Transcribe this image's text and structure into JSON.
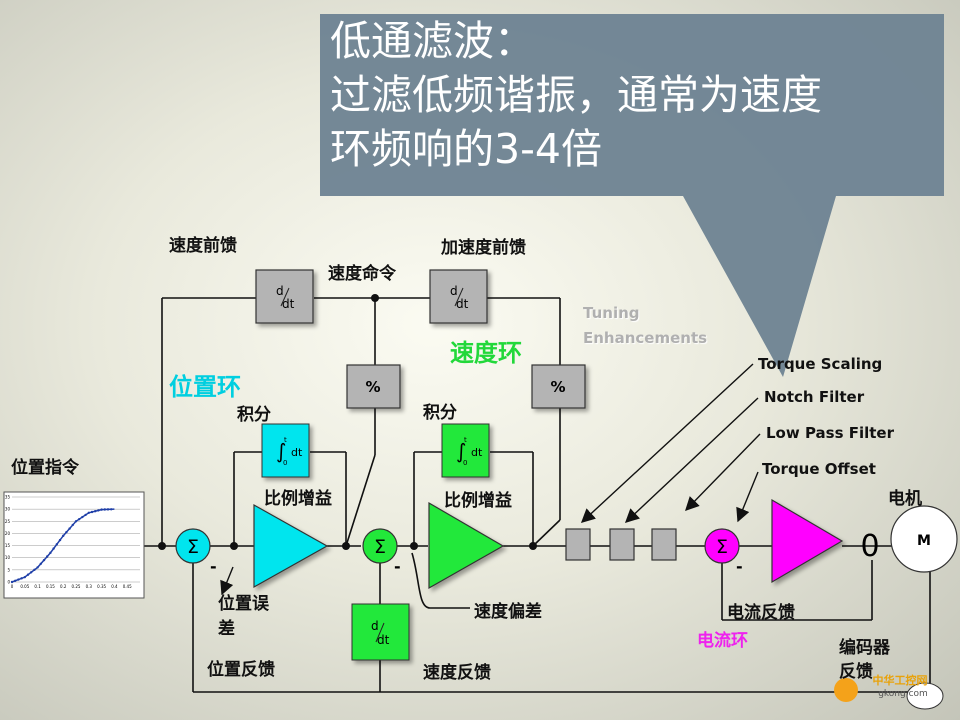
{
  "callout": {
    "line1": "低通滤波：",
    "line2": "过滤低频谐振，通常为速度",
    "line3": "环频响的3-4倍"
  },
  "labels": {
    "velocity_feedforward": "速度前馈",
    "acceleration_feedforward": "加速度前馈",
    "velocity_command": "速度命令",
    "tuning_line1": "Tuning",
    "tuning_line2": "Enhancements",
    "velocity_loop": "速度环",
    "position_loop": "位置环",
    "integral_1": "积分",
    "integral_2": "积分",
    "position_command": "位置指令",
    "prop_gain_1": "比例增益",
    "prop_gain_2": "比例增益",
    "position_error_line1": "位置误",
    "position_error_line2": "差",
    "position_feedback": "位置反馈",
    "velocity_error": "速度偏差",
    "velocity_feedback": "速度反馈",
    "current_feedback": "电流反馈",
    "current_loop": "电流环",
    "encoder_feedback_line1": "编码器",
    "encoder_feedback_line2": "反馈",
    "motor": "电机",
    "motor_symbol": "M",
    "output_zero": "0",
    "torque_scaling": "Torque  Scaling",
    "notch_filter": "Notch  Filter",
    "low_pass_filter": "Low Pass Filter",
    "torque_offset": "Torque  Offset",
    "percent_1": "%",
    "percent_2": "%",
    "sigma": "Σ",
    "minus": "-",
    "deriv_d": "d",
    "deriv_dt": "dt",
    "int_t": "t",
    "int_0": "0",
    "watermark_line1": "中华工控网",
    "watermark_line2": "gkong.com"
  },
  "colors": {
    "callout": "#6f8494",
    "cyan": "#00e5ee",
    "green": "#22e83a",
    "magenta": "#ff00ff",
    "gray_box": "#b4b4b4",
    "tuning_text": "#b0b0b0"
  },
  "inset_chart": {
    "chart_data": {
      "type": "line",
      "x": [
        0,
        0.05,
        0.1,
        0.15,
        0.2,
        0.25,
        0.3,
        0.35,
        0.4
      ],
      "values": [
        0,
        2,
        6,
        12,
        19,
        25,
        28.5,
        29.8,
        30
      ],
      "xlim": [
        0,
        0.5
      ],
      "ylim": [
        0,
        35
      ],
      "x_ticks": [
        "0",
        "0.05",
        "0.1",
        "0.15",
        "0.2",
        "0.25",
        "0.3",
        "0.35",
        "0.4",
        "0.45"
      ],
      "y_ticks": [
        "0",
        "5",
        "10",
        "15",
        "20",
        "25",
        "30",
        "35"
      ],
      "grid": true
    }
  }
}
